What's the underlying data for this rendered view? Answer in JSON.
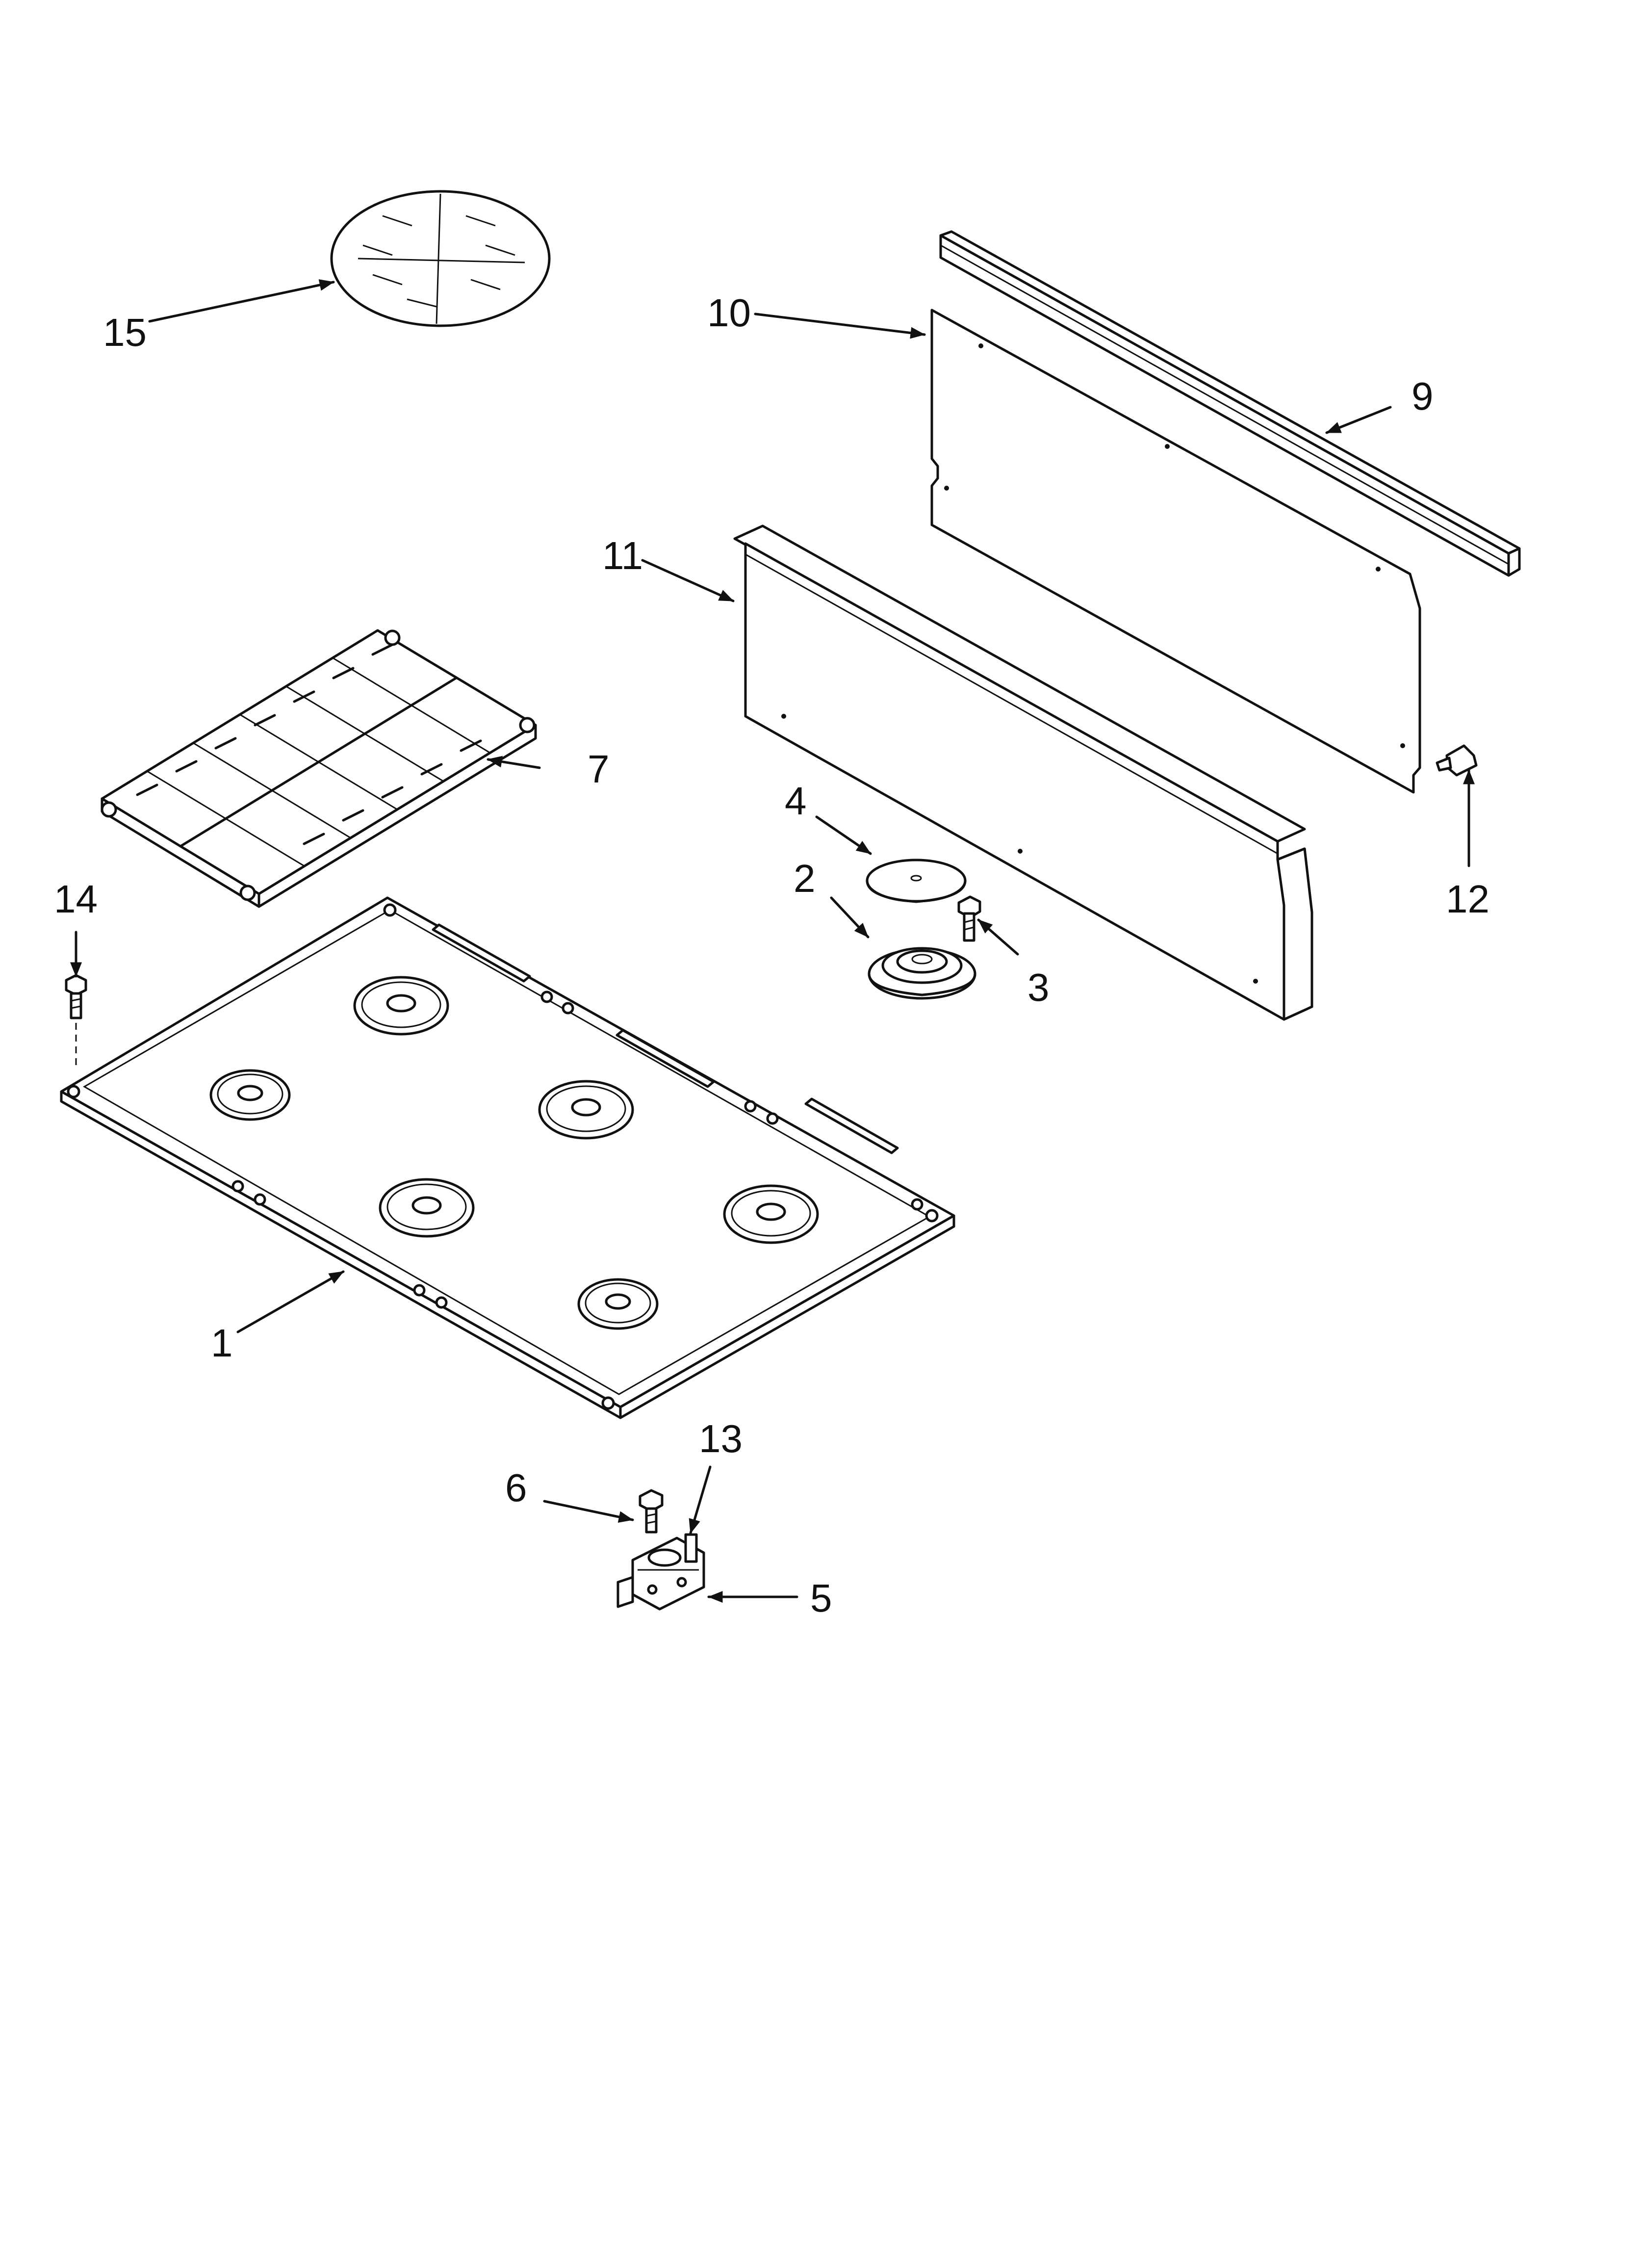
{
  "diagram": {
    "labels": {
      "l1": "1",
      "l2": "2",
      "l3": "3",
      "l4": "4",
      "l5": "5",
      "l6": "6",
      "l7": "7",
      "l9": "9",
      "l10": "10",
      "l11": "11",
      "l12": "12",
      "l13": "13",
      "l14": "14",
      "l15": "15"
    }
  }
}
